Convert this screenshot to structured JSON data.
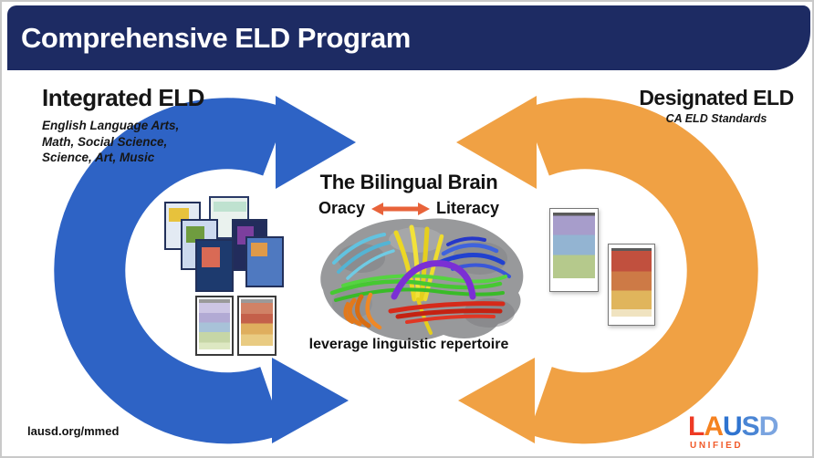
{
  "header": {
    "title": "Comprehensive ELD Program"
  },
  "integrated": {
    "heading": "Integrated ELD",
    "subjects": "English Language Arts,\nMath, Social Science,\nScience, Art, Music"
  },
  "designated": {
    "heading": "Designated ELD",
    "standards": "CA ELD Standards"
  },
  "center": {
    "title": "The Bilingual Brain",
    "oracy_label": "Oracy",
    "literacy_label": "Literacy",
    "caption": "leverage linguistic repertoire"
  },
  "footer": {
    "url": "lausd.org/mmed",
    "logo": {
      "l": "L",
      "a": "A",
      "u": "U",
      "s": "S",
      "d": "D",
      "sub": "UNIFIED"
    }
  },
  "colors": {
    "header_navy": "#1d2b63",
    "integrated_arrow_blue": "#2e63c5",
    "designated_arrow_orange": "#f0a144",
    "oracy_literacy_arrow": "#e8633a",
    "logo_l_red": "#ee3a24",
    "logo_a_orange": "#f58220",
    "logo_u_blue": "#2f74d0",
    "logo_s_blue": "#4a85d4",
    "logo_d_blue": "#7aa4e0",
    "logo_unified_orange": "#f15a29"
  }
}
